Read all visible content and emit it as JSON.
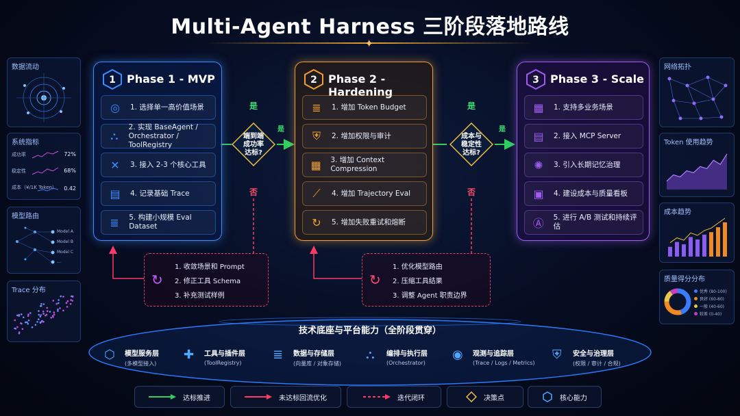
{
  "title": "Multi-Agent Harness 三阶段落地路线",
  "left_widgets": {
    "data_flow": {
      "title": "数据流动"
    },
    "metrics": {
      "title": "系统指标",
      "rows": [
        {
          "label": "成功率",
          "value": "72%"
        },
        {
          "label": "稳定性",
          "value": "68%"
        },
        {
          "label": "成本（¥/1K Token）",
          "value": "0.42"
        }
      ]
    },
    "model_routing": {
      "title": "模型路由",
      "models": [
        "Model A",
        "Model B",
        "Model C",
        "..."
      ]
    },
    "trace": {
      "title": "Trace 分布"
    }
  },
  "right_widgets": {
    "network": {
      "title": "网络拓扑"
    },
    "token_trend": {
      "title": "Token 使用趋势",
      "values": [
        20,
        35,
        30,
        45,
        40,
        55,
        50,
        70,
        60,
        85
      ]
    },
    "cost_trend": {
      "title": "成本趋势",
      "bars": [
        20,
        30,
        25,
        40,
        35,
        45,
        50,
        60,
        70
      ]
    },
    "quality": {
      "title": "质量得分分布",
      "legend": [
        "优秀 (80-100)",
        "良好 (60-80)",
        "一般 (40-60)",
        "较差 (0-40)"
      ],
      "colors": [
        "#3a7bff",
        "#f08a24",
        "#e8c84a",
        "#c040c0"
      ],
      "fractions": [
        0.45,
        0.3,
        0.15,
        0.1
      ]
    }
  },
  "phases": [
    {
      "num": "1",
      "title": "Phase 1 - MVP",
      "color": "#3a8cff",
      "items": [
        {
          "icon": "target-icon",
          "glyph": "◎",
          "text": "1. 选择单一高价值场景"
        },
        {
          "icon": "nodes-icon",
          "glyph": "⛬",
          "text": "2. 实现 BaseAgent /",
          "text2": "Orchestrator / ToolRegistry"
        },
        {
          "icon": "tools-icon",
          "glyph": "✕",
          "text": "3. 接入 2-3 个核心工具"
        },
        {
          "icon": "document-icon",
          "glyph": "▤",
          "text": "4. 记录基础 Trace"
        },
        {
          "icon": "database-icon",
          "glyph": "≣",
          "text": "5. 构建小规模 Eval Dataset"
        }
      ]
    },
    {
      "num": "2",
      "title": "Phase 2 - Hardening",
      "color": "#f0a030",
      "items": [
        {
          "icon": "coins-icon",
          "glyph": "≣",
          "text": "1. 增加 Token Budget"
        },
        {
          "icon": "shield-icon",
          "glyph": "⛨",
          "text": "2. 增加权限与审计"
        },
        {
          "icon": "compress-icon",
          "glyph": "▦",
          "text": "3. 增加 Context Compression"
        },
        {
          "icon": "trend-icon",
          "glyph": "⟋",
          "text": "4. 增加 Trajectory Eval"
        },
        {
          "icon": "retry-icon",
          "glyph": "↻",
          "text": "5. 增加失败重试和熔断"
        }
      ]
    },
    {
      "num": "3",
      "title": "Phase 3 - Scale",
      "color": "#a05cf0",
      "items": [
        {
          "icon": "grid-icon",
          "glyph": "▦",
          "text": "1. 支持多业务场景"
        },
        {
          "icon": "server-icon",
          "glyph": "▤",
          "text": "2. 接入 MCP Server"
        },
        {
          "icon": "brain-icon",
          "glyph": "✺",
          "text": "3. 引入长期记忆治理"
        },
        {
          "icon": "dashboard-icon",
          "glyph": "▣",
          "text": "4. 建设成本与质量看板"
        },
        {
          "icon": "ab-test-icon",
          "glyph": "Ⓐ",
          "text": "5. 进行 A/B 测试和持续评估"
        }
      ]
    }
  ],
  "decisions": [
    {
      "lines": [
        "端到端",
        "成功率",
        "达标?"
      ],
      "yes": "是",
      "no": "否"
    },
    {
      "lines": [
        "成本与",
        "稳定性",
        "达标?"
      ],
      "yes": "是",
      "no": "否"
    }
  ],
  "loops": [
    {
      "items": [
        "1. 收敛场景和 Prompt",
        "2. 修正工具 Schema",
        "3. 补充测试样例"
      ]
    },
    {
      "items": [
        "1. 优化模型路由",
        "2. 压缩工具结果",
        "3. 调整 Agent 职责边界"
      ]
    }
  ],
  "platform": {
    "title": "技术底座与平台能力（全阶段贯穿）",
    "layers": [
      {
        "icon": "cube-icon",
        "glyph": "⬡",
        "name": "模型服务层",
        "desc": "(多模型接入)"
      },
      {
        "icon": "puzzle-icon",
        "glyph": "✚",
        "name": "工具与插件层",
        "desc": "(ToolRegistry)"
      },
      {
        "icon": "storage-icon",
        "glyph": "≣",
        "name": "数据与存储层",
        "desc": "(向量库 / 对象存储)"
      },
      {
        "icon": "orchestration-icon",
        "glyph": "⛬",
        "name": "编排与执行层",
        "desc": "(Orchestrator)"
      },
      {
        "icon": "eye-icon",
        "glyph": "◉",
        "name": "观测与追踪层",
        "desc": "(Trace / Logs / Metrics)"
      },
      {
        "icon": "security-icon",
        "glyph": "⛨",
        "name": "安全与治理层",
        "desc": "(权限 / 审计 / 合规)"
      }
    ]
  },
  "legend": [
    {
      "label": "达标推进",
      "kind": "green-arrow"
    },
    {
      "label": "未达标回流优化",
      "kind": "red-arrow"
    },
    {
      "label": "迭代闭环",
      "kind": "dashed-arrow"
    },
    {
      "label": "决策点",
      "kind": "diamond"
    },
    {
      "label": "核心能力",
      "kind": "hexagon"
    }
  ]
}
